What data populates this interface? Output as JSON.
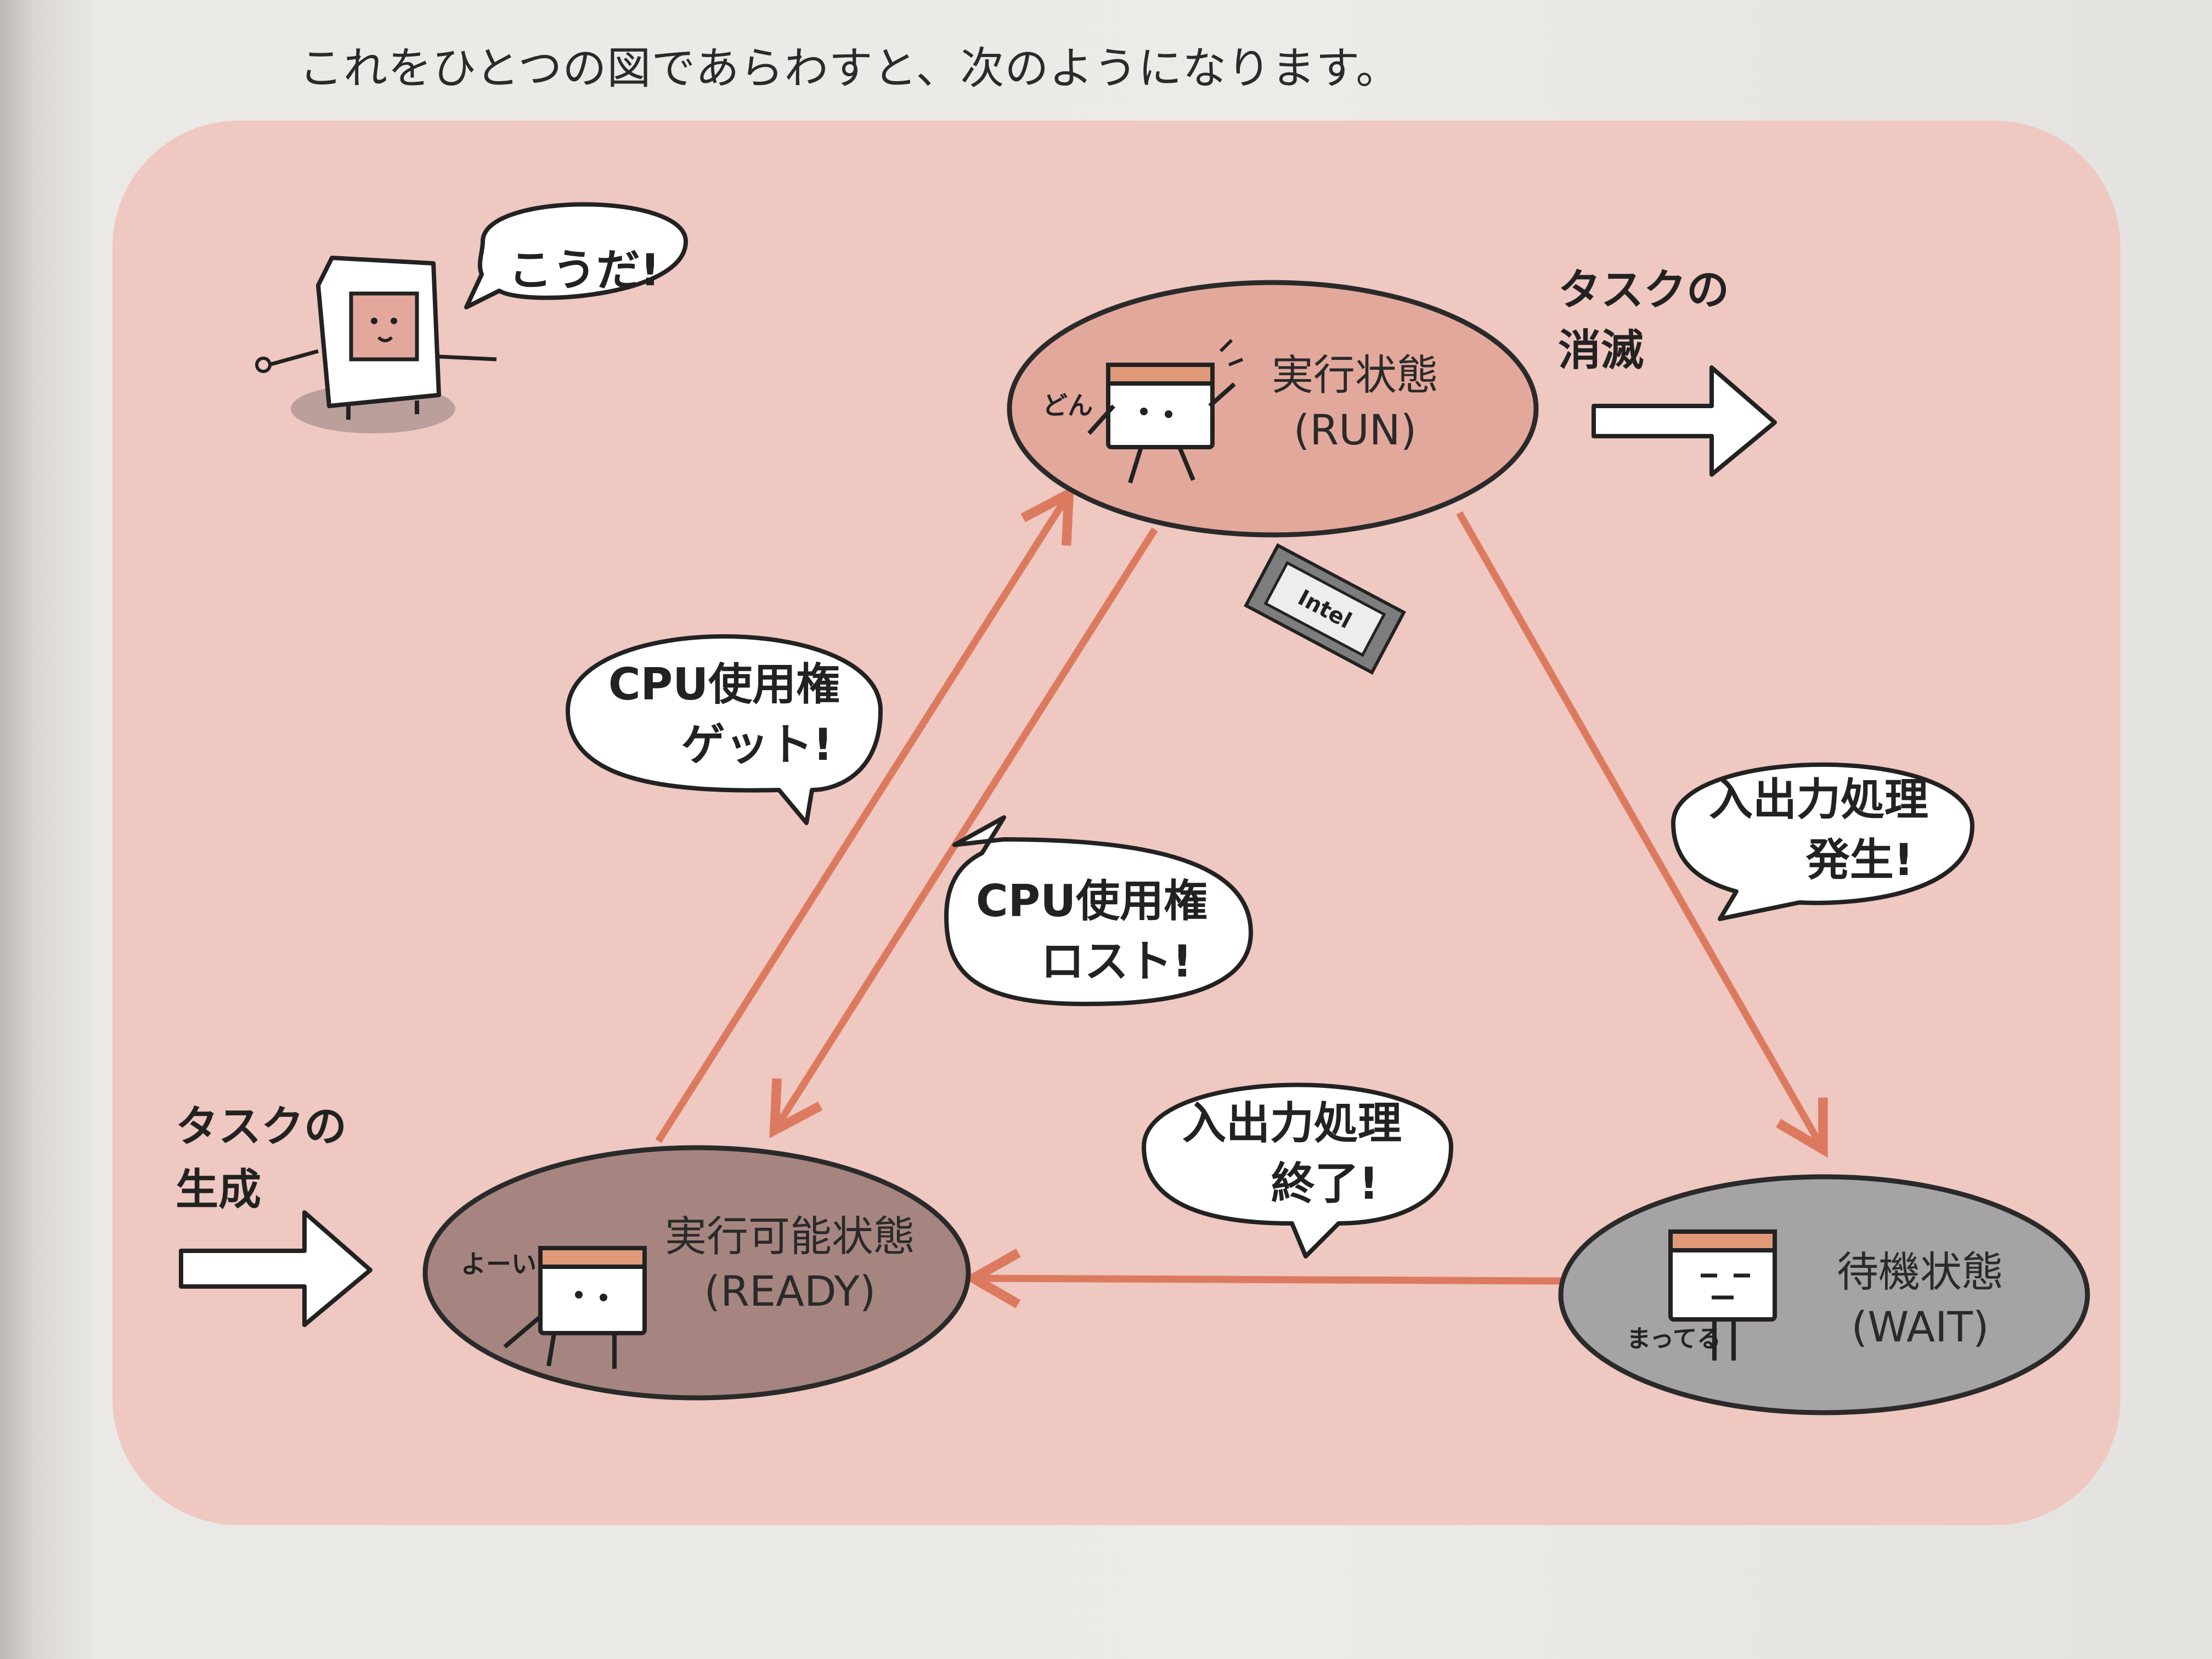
{
  "intro_text": "これをひとつの図であらわすと、次のようになります。",
  "mascot": {
    "speech": "こうだ!"
  },
  "states": {
    "run": {
      "name": "実行状態",
      "code": "(RUN)",
      "sound": "どん",
      "chip_label": "Intel"
    },
    "ready": {
      "name": "実行可能状態",
      "code": "(READY)",
      "sound": "よーい"
    },
    "wait": {
      "name": "待機状態",
      "code": "(WAIT)",
      "sound": "まってる"
    }
  },
  "task_end": {
    "line1": "タスクの",
    "line2": "消滅"
  },
  "task_create": {
    "line1": "タスクの",
    "line2": "生成"
  },
  "transitions": {
    "ready_to_run": {
      "line1": "CPU使用権",
      "line2": "ゲット!"
    },
    "run_to_ready": {
      "line1": "CPU使用権",
      "line2": "ロスト!"
    },
    "run_to_wait": {
      "line1": "入出力処理",
      "line2": "発生!"
    },
    "wait_to_ready": {
      "line1": "入出力処理",
      "line2": "終了!"
    }
  },
  "colors": {
    "panel": "#efc8c1",
    "run_fill": "#e3a89c",
    "ready_fill": "#a68580",
    "wait_fill": "#a5a3a4",
    "arrow": "#dc7a60"
  }
}
